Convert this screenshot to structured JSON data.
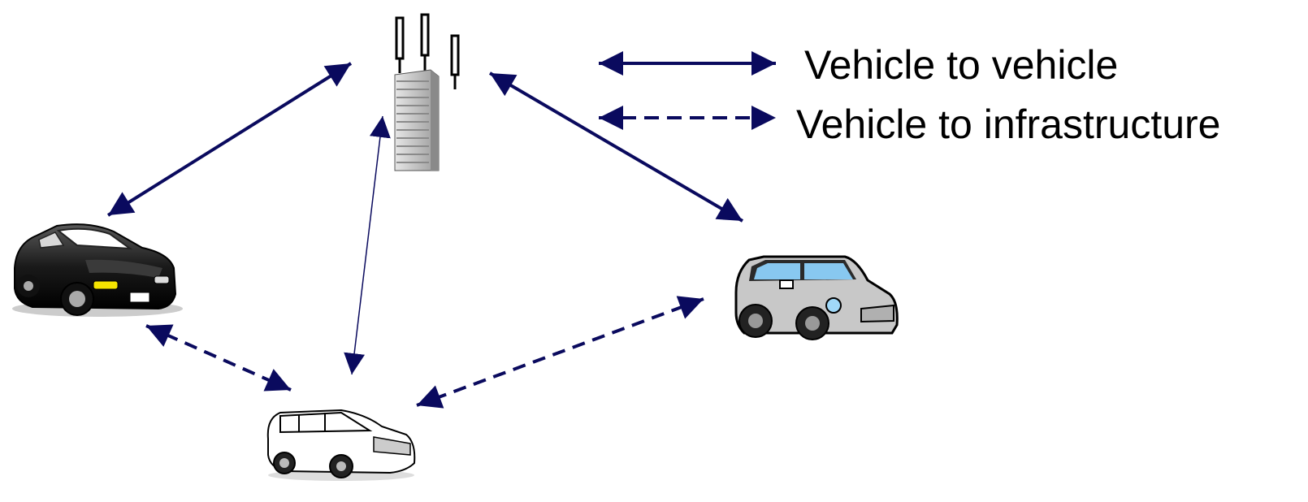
{
  "legend": {
    "solid_label": "Vehicle to vehicle",
    "dashed_label": "Vehicle to infrastructure"
  },
  "nodes": [
    {
      "id": "tower",
      "kind": "base-station-tower",
      "icon": "cell-tower-building-icon"
    },
    {
      "id": "car_black",
      "kind": "black-sedan",
      "icon": "black-sedan-icon"
    },
    {
      "id": "car_mini",
      "kind": "silver-mini-car",
      "icon": "mini-car-icon"
    },
    {
      "id": "car_white",
      "kind": "white-hatchback",
      "icon": "white-hatchback-icon"
    }
  ],
  "links": [
    {
      "from": "tower",
      "to": "car_black",
      "style": "solid"
    },
    {
      "from": "tower",
      "to": "car_mini",
      "style": "solid"
    },
    {
      "from": "tower",
      "to": "car_white",
      "style": "solid"
    },
    {
      "from": "car_black",
      "to": "car_white",
      "style": "dashed"
    },
    {
      "from": "car_mini",
      "to": "car_white",
      "style": "dashed"
    }
  ],
  "colors": {
    "arrow": "#0a0a5e",
    "text": "#000000",
    "mini_body": "#c8c8c8",
    "mini_window": "#88c8f0",
    "black_car": "#1a1a1a",
    "headlight": "#f5e400"
  }
}
